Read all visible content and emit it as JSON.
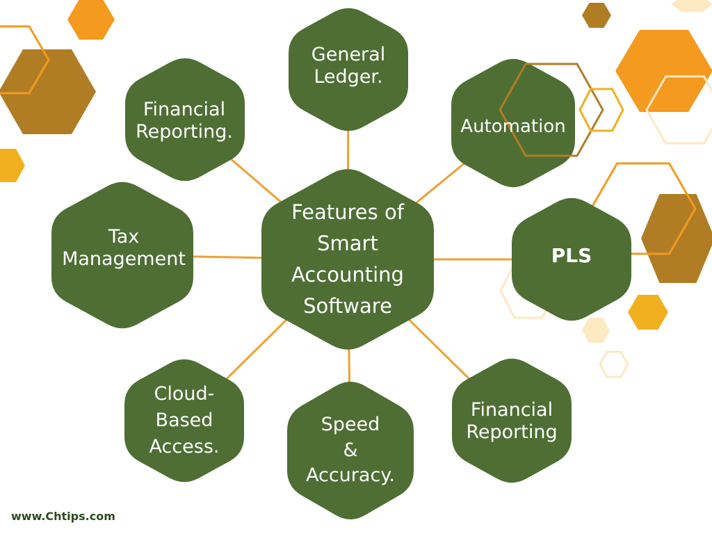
{
  "diagram": {
    "center": "Features of\nSmart\nAccounting\nSoftware",
    "nodes": [
      {
        "id": "general-ledger",
        "label": "General\nLedger."
      },
      {
        "id": "automation",
        "label": "Automation"
      },
      {
        "id": "pls",
        "label": "PLS"
      },
      {
        "id": "financial-reporting-right",
        "label": "Financial\nReporting"
      },
      {
        "id": "speed-accuracy",
        "label": "Speed\n&\nAccuracy."
      },
      {
        "id": "cloud-based-access",
        "label": "Cloud-\nBased\nAccess."
      },
      {
        "id": "tax-management",
        "label": "Tax\nManagement"
      },
      {
        "id": "financial-reporting-left",
        "label": "Financial\nReporting."
      }
    ]
  },
  "colors": {
    "node_fill": "#4e6e34",
    "connector": "#f0a030",
    "orange": "#f39a1f",
    "dark_gold": "#b07d25",
    "gold": "#f0b020",
    "pale": "#fde9c2"
  },
  "footer": {
    "url": "www.Chtips.com"
  }
}
